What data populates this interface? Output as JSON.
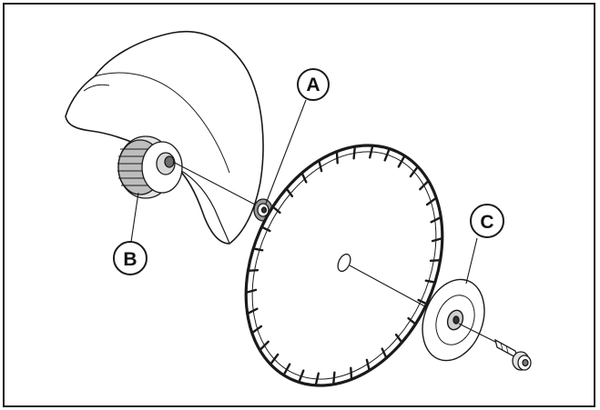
{
  "callouts": {
    "a": "A",
    "b": "B",
    "c": "C"
  },
  "colors": {
    "line": "#1a1a1a",
    "shade": "#cfcfcf",
    "dark_shade": "#8a8a8a"
  }
}
